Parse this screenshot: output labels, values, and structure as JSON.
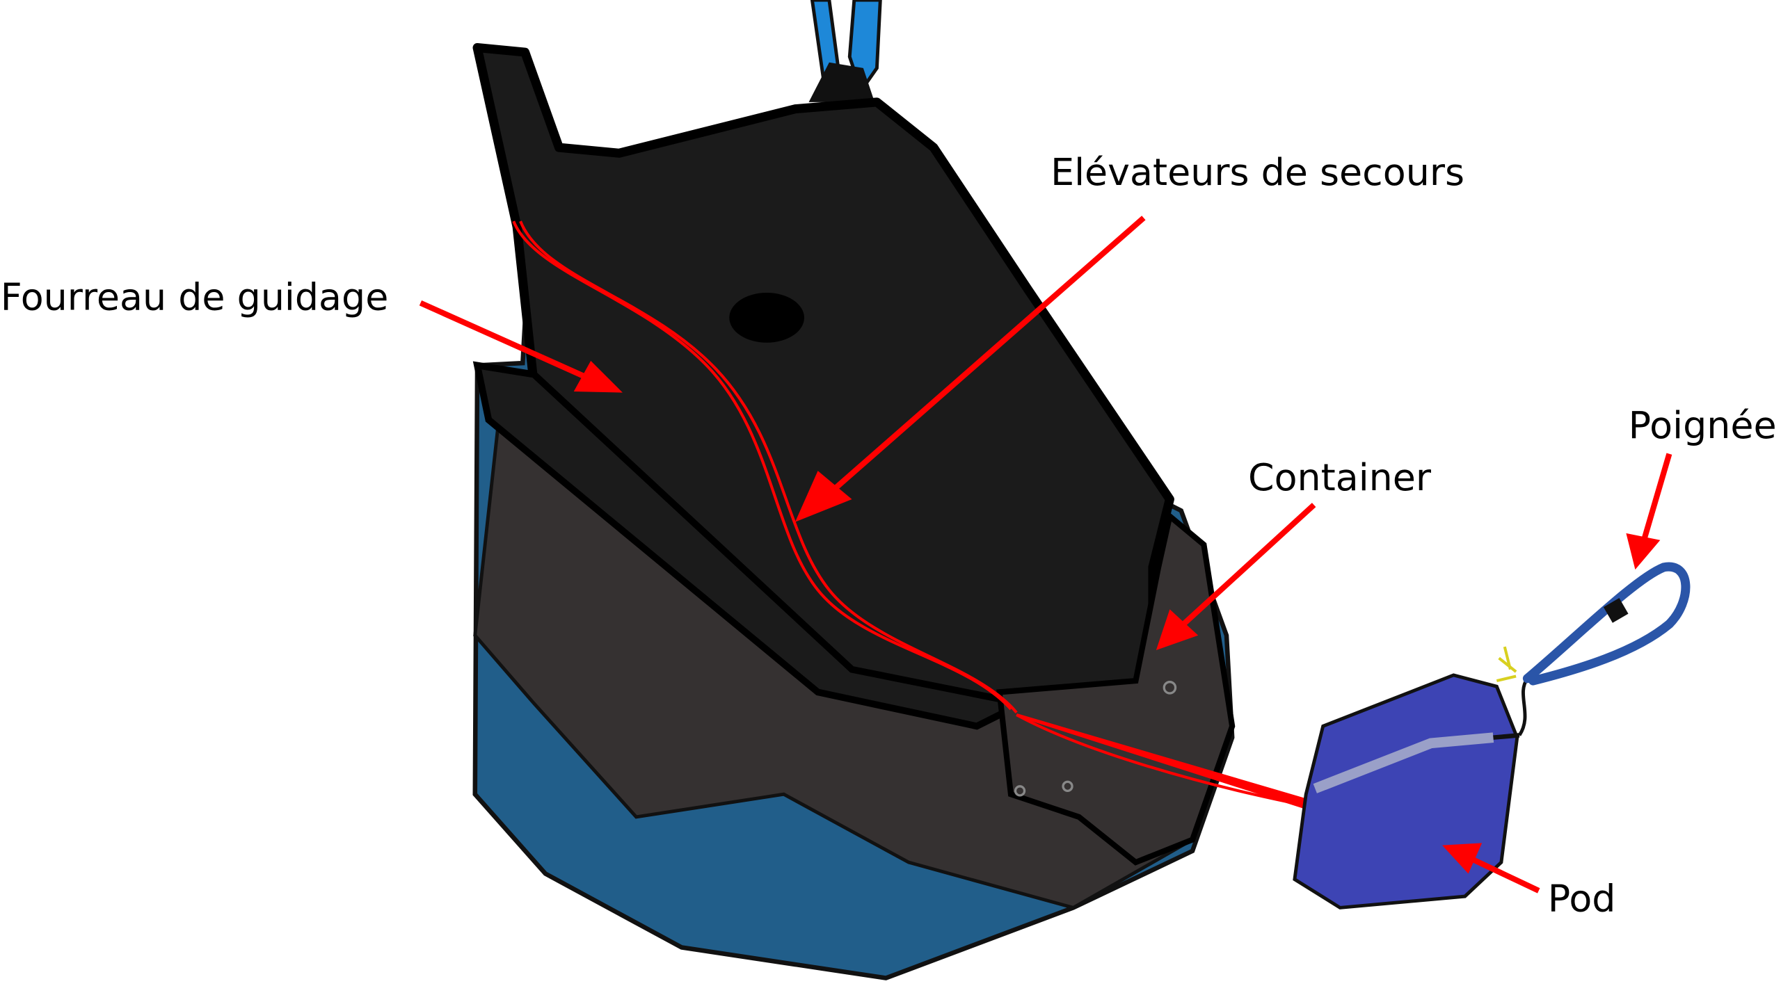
{
  "labels": {
    "elevateurs": "Elévateurs de secours",
    "fourreau": "Fourreau de guidage",
    "container": "Container",
    "poignee": "Poignée",
    "pod": "Pod"
  },
  "colors": {
    "harness_black": "#1b1b1b",
    "harness_dark_grey": "#353131",
    "harness_blue": "#215e8a",
    "riser_blue": "#1e88d8",
    "pod_blue": "#3d44b4",
    "handle_blue": "#2a55a8",
    "arrow_red": "#ff0000"
  }
}
